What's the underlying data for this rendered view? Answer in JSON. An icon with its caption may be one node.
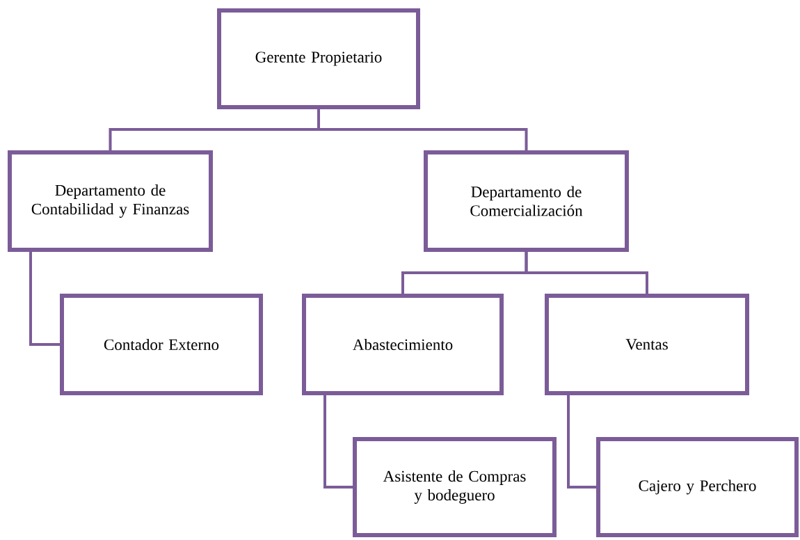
{
  "diagram": {
    "nodes": [
      {
        "text": [
          "Gerente Propietario"
        ]
      },
      {
        "text": [
          "Departamento de Contabilidad y Finanzas"
        ]
      },
      {
        "text": [
          "Departamento de Comercialización"
        ]
      },
      {
        "text": [
          "Contador Externo"
        ]
      },
      {
        "text": [
          "Abastecimiento"
        ]
      },
      {
        "text": [
          "Ventas"
        ]
      },
      {
        "text": [
          "Asistente de Compras y bodeguero"
        ]
      },
      {
        "text": [
          "Cajero y Perchero"
        ]
      }
    ],
    "edges": [
      {
        "from": 0,
        "to": 1,
        "arrow": "none"
      },
      {
        "from": 0,
        "to": 2,
        "arrow": "none"
      },
      {
        "from": 1,
        "to": 3,
        "arrow": "none"
      },
      {
        "from": 2,
        "to": 4,
        "arrow": "none"
      },
      {
        "from": 2,
        "to": 5,
        "arrow": "none"
      },
      {
        "from": 4,
        "to": 6,
        "arrow": "none"
      },
      {
        "from": 5,
        "to": 7,
        "arrow": "none"
      }
    ]
  }
}
